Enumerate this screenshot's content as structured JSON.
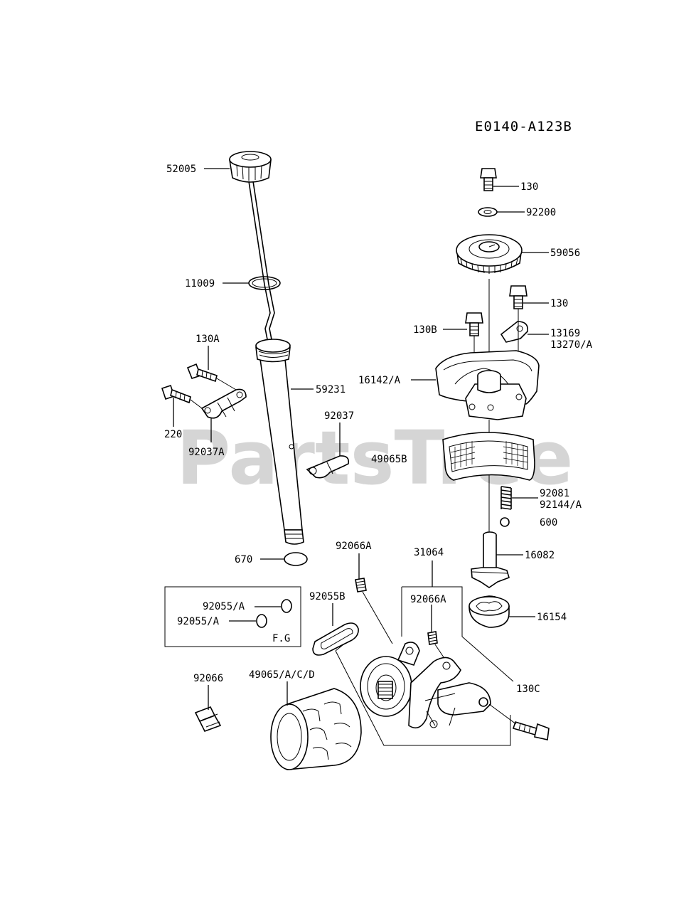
{
  "diagram_code": "E0140-A123B",
  "watermark": "PartsTree",
  "trademark": "™",
  "inset_box_label": "F.G",
  "labels": {
    "p52005": "52005",
    "p11009": "11009",
    "p130A": "130A",
    "p220": "220",
    "p92037A": "92037A",
    "p59231": "59231",
    "p92037": "92037",
    "p670": "670",
    "p130_top": "130",
    "p92200": "92200",
    "p59056": "59056",
    "p130_mid": "130",
    "p130B": "130B",
    "p13169": "13169",
    "p13270A": "13270/A",
    "p16142A": "16142/A",
    "p49065B": "49065B",
    "p92081": "92081",
    "p92144A": "92144/A",
    "p600": "600",
    "p16082": "16082",
    "p92066A_1": "92066A",
    "p31064": "31064",
    "p92055B": "92055B",
    "p92066A_2": "92066A",
    "p16154": "16154",
    "p92055A_1": "92055/A",
    "p92055A_2": "92055/A",
    "p130C": "130C",
    "p92066": "92066",
    "p49065ACD": "49065/A/C/D"
  }
}
